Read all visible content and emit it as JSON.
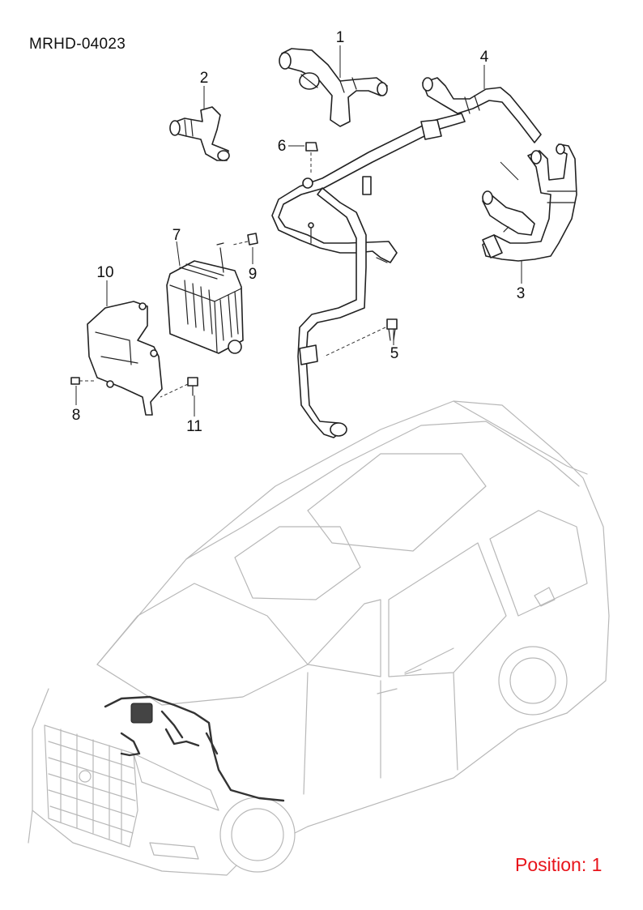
{
  "diagram_code": "MRHD-04023",
  "position_label": "Position: 1",
  "accent_color": "#e8141b",
  "callouts": [
    "1",
    "2",
    "3",
    "4",
    "5",
    "6",
    "7",
    "8",
    "9",
    "10",
    "11"
  ]
}
